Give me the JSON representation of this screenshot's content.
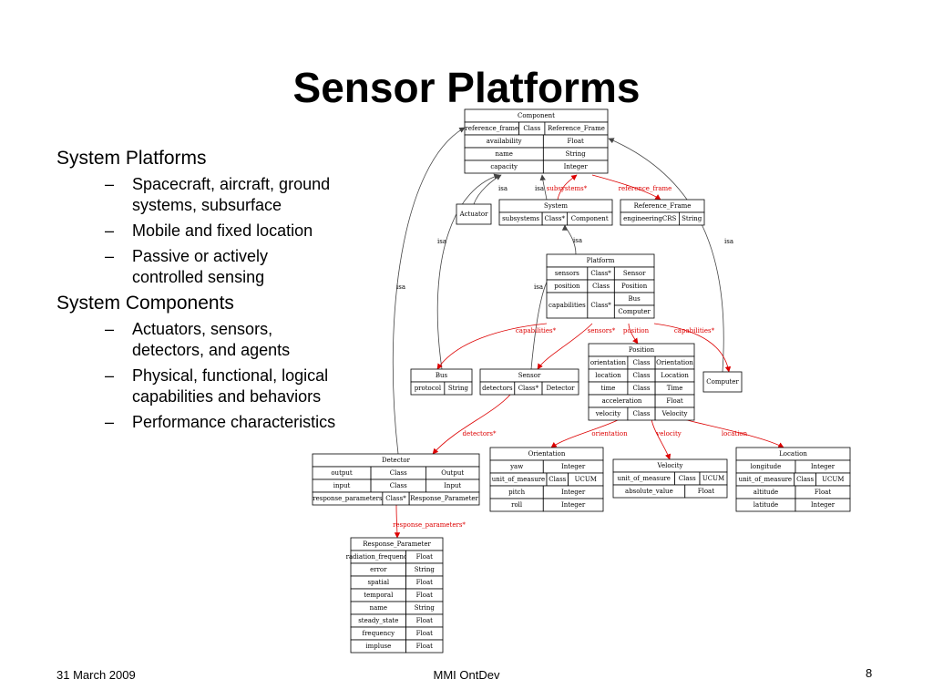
{
  "title": "Sensor Platforms",
  "bullets": [
    {
      "text": "System Platforms",
      "sub": [
        "Spacecraft, aircraft, ground systems, subsurface",
        "Mobile and fixed location",
        "Passive or actively controlled sensing"
      ]
    },
    {
      "text": "System Components",
      "sub": [
        "Actuators, sensors, detectors, and agents",
        "Physical, functional, logical capabilities and behaviors",
        "Performance characteristics"
      ]
    }
  ],
  "footer": {
    "date": "31 March 2009",
    "center": "MMI OntDev",
    "page": "8"
  },
  "colors": {
    "line": "#000000",
    "edge_black": "#444444",
    "edge_red": "#dd0000"
  },
  "diagram": {
    "nodes": {
      "component": {
        "title": "Component",
        "rows": [
          [
            "reference_frame",
            "Class",
            "Reference_Frame"
          ],
          [
            "availability",
            "Float"
          ],
          [
            "name",
            "String"
          ],
          [
            "capacity",
            "Integer"
          ]
        ]
      },
      "actuator": {
        "title": "Actuator"
      },
      "system": {
        "title": "System",
        "rows": [
          [
            "subsystems",
            "Class*",
            "Component"
          ]
        ]
      },
      "reference_frame": {
        "title": "Reference_Frame",
        "rows": [
          [
            "engineeringCRS",
            "String"
          ]
        ]
      },
      "platform": {
        "title": "Platform",
        "rows": [
          [
            "sensors",
            "Class*",
            "Sensor"
          ],
          [
            "position",
            "Class",
            "Position"
          ],
          [
            "capabilities",
            "Class*",
            "Bus",
            "Computer"
          ]
        ]
      },
      "position": {
        "title": "Position",
        "rows": [
          [
            "orientation",
            "Class",
            "Orientation"
          ],
          [
            "location",
            "Class",
            "Location"
          ],
          [
            "time",
            "Class",
            "Time"
          ],
          [
            "acceleration",
            "Float"
          ],
          [
            "velocity",
            "Class",
            "Velocity"
          ]
        ]
      },
      "bus": {
        "title": "Bus",
        "rows": [
          [
            "protocol",
            "String"
          ]
        ]
      },
      "sensor": {
        "title": "Sensor",
        "rows": [
          [
            "detectors",
            "Class*",
            "Detector"
          ]
        ]
      },
      "computer": {
        "title": "Computer"
      },
      "detector": {
        "title": "Detector",
        "rows": [
          [
            "output",
            "Class",
            "Output"
          ],
          [
            "input",
            "Class",
            "Input"
          ],
          [
            "response_parameters",
            "Class*",
            "Response_Parameter"
          ]
        ]
      },
      "orientation": {
        "title": "Orientation",
        "rows": [
          [
            "yaw",
            "Integer"
          ],
          [
            "unit_of_measure",
            "Class",
            "UCUM"
          ],
          [
            "pitch",
            "Integer"
          ],
          [
            "roll",
            "Integer"
          ]
        ]
      },
      "velocity": {
        "title": "Velocity",
        "rows": [
          [
            "unit_of_measure",
            "Class",
            "UCUM"
          ],
          [
            "absolute_value",
            "Float"
          ]
        ]
      },
      "location": {
        "title": "Location",
        "rows": [
          [
            "longitude",
            "Integer"
          ],
          [
            "unit_of_measure",
            "Class",
            "UCUM"
          ],
          [
            "altitude",
            "Float"
          ],
          [
            "latitude",
            "Integer"
          ]
        ]
      },
      "response_parameter": {
        "title": "Response_Parameter",
        "rows": [
          [
            "radiation_frequency",
            "Float"
          ],
          [
            "error",
            "String"
          ],
          [
            "spatial",
            "Float"
          ],
          [
            "temporal",
            "Float"
          ],
          [
            "name",
            "String"
          ],
          [
            "steady_state",
            "Float"
          ],
          [
            "frequency",
            "Float"
          ],
          [
            "impluse",
            "Float"
          ]
        ]
      }
    },
    "edge_labels": {
      "isa": "isa",
      "subsystems": "subsystems*",
      "reference_frame": "reference_frame",
      "capabilities": "capabilities*",
      "sensors": "sensors*",
      "position": "position",
      "detectors": "detectors*",
      "orientation": "orientation",
      "velocity": "velocity",
      "location": "location",
      "response_parameters": "response_parameters*"
    }
  }
}
